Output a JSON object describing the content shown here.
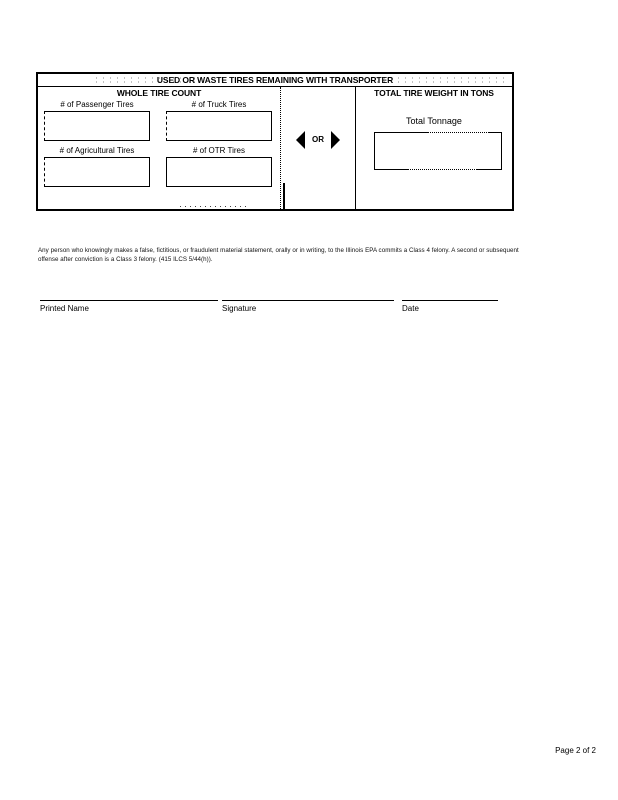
{
  "document": {
    "page_label": "Page 2 of 2"
  },
  "tire_table": {
    "title": "USED OR WASTE TIRES REMAINING WITH TRANSPORTER",
    "whole_tire_count": {
      "heading": "WHOLE TIRE COUNT",
      "fields": [
        {
          "label": "# of Passenger Tires",
          "value": ""
        },
        {
          "label": "# of Truck Tires",
          "value": ""
        },
        {
          "label": "# of Agricultural Tires",
          "value": ""
        },
        {
          "label": "# of OTR Tires",
          "value": ""
        }
      ]
    },
    "separator": {
      "or_label": "OR",
      "left_arrow_icon": "triangle-left-icon",
      "right_arrow_icon": "triangle-right-icon"
    },
    "total_tire_weight": {
      "heading": "TOTAL TIRE WEIGHT IN TONS",
      "field": {
        "label": "Total Tonnage",
        "value": ""
      }
    }
  },
  "disclaimer": {
    "text": "Any person who knowingly makes a false, fictitious, or fraudulent material statement, orally or in writing, to the Illinois EPA commits a Class 4 felony. A second or subsequent offense after conviction is a Class 3 felony. (415 ILCS 5/44(h))."
  },
  "signature_block": {
    "fields": [
      {
        "label": "Printed Name",
        "value": ""
      },
      {
        "label": "Signature",
        "value": ""
      },
      {
        "label": "Date",
        "value": ""
      }
    ]
  }
}
